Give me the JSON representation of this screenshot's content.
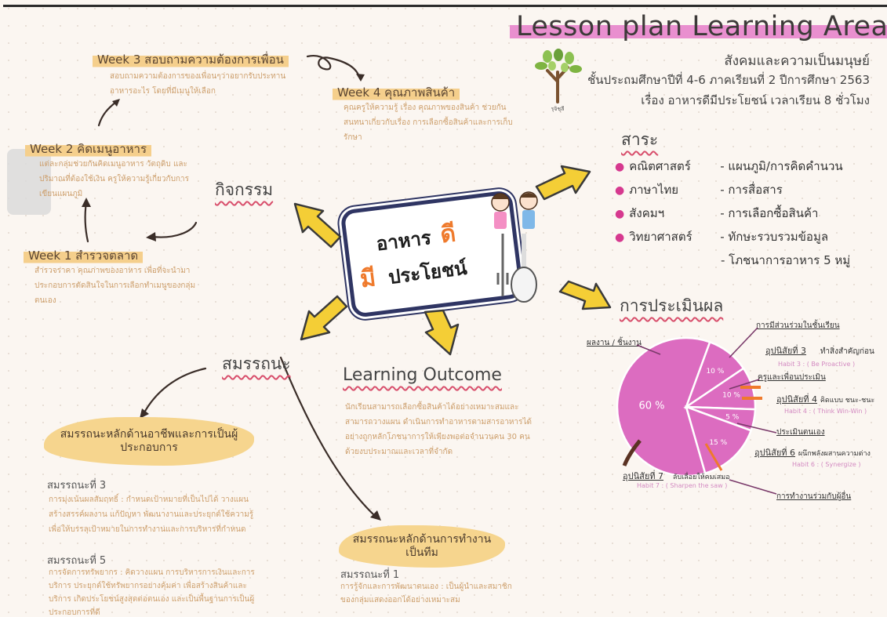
{
  "header": {
    "title": "Lesson plan Learning Area",
    "subject": "สังคมและความเป็นมนุษย์",
    "grade_line": "ชั้นประถมศึกษาปีที่ 4-6 ภาคเรียนที่ 2 ปีการศึกษา 2563",
    "topic_line": "เรื่อง อาหารดีมีประโยชน์ เวลาเรียน 8 ชั่วโมง"
  },
  "logo": {
    "caption": "รุจิชุลี"
  },
  "center": {
    "line1_a": "อาหาร",
    "line1_b": "ดี",
    "line2_a": "มี",
    "line2_b": "ประโยชน์"
  },
  "activities": {
    "heading": "กิจกรรม",
    "weeks": [
      {
        "title": "Week 3 สอบถามความต้องการเพื่อน",
        "detail": "สอบถามความต้องการของเพื่อนๆว่าอยากรับประทานอาหารอะไร โดยที่มีเมนูให้เลือก"
      },
      {
        "title": "Week 4 คุณภาพสินค้า",
        "detail": "คุณครูให้ความรู้ เรื่อง คุณภาพของสินค้า ช่วยกันสนทนาเกี่ยวกับเรื่อง การเลือกซื้อสินค้าและการเก็บรักษา"
      },
      {
        "title": "Week 2 คิดเมนูอาหาร",
        "detail": "แต่ละกลุ่มช่วยกันคิดเมนูอาหาร วัตถุดิบ และปริมาณที่ต้องใช้เงิน ครูให้ความรู้เกี่ยวกับการเขียนแผนภูมิ"
      },
      {
        "title": "Week 1 สำรวจตลาด",
        "detail": "สำรวจราคา คุณภาพของอาหาร เพื่อที่จะนำมาประกอบการตัดสินใจในการเลือกทำเมนูของกลุ่มตนเอง"
      }
    ]
  },
  "sara": {
    "heading": "สาระ",
    "items": [
      {
        "subject": "คณิตศาสตร์",
        "topic": "- แผนภูมิ/การคิดคำนวน"
      },
      {
        "subject": "ภาษาไทย",
        "topic": "- การสื่อสาร"
      },
      {
        "subject": "สังคมฯ",
        "topic": "- การเลือกซื้อสินค้า"
      },
      {
        "subject": "วิทยาศาสตร์",
        "topic": "- ทักษะรวบรวมข้อมูล"
      },
      {
        "subject": "",
        "topic": "- โภชนาการอาหาร 5 หมู่"
      }
    ]
  },
  "evaluation": {
    "heading": "การประเมินผล",
    "labels": {
      "work": "ผลงาน / ชิ้นงาน",
      "attention": "การมีส่วนร่วมในชั้นเรียน",
      "habit3_title": "อุปนิสัยที่ 3",
      "habit3_note": "ทำสิ่งสำคัญก่อน",
      "habit3_en": "Habit 3 : ( Be Proactive )",
      "behavior": "ครูและเพื่อนประเมิน",
      "habit4_title": "อุปนิสัยที่ 4",
      "habit4_note": "คิดแบบ ชนะ-ชนะ",
      "habit4_en": "Habit 4 : ( Think Win-Win )",
      "self": "ประเมินตนเอง",
      "habit6_title": "อุปนิสัยที่ 6",
      "habit6_note": "ผนึกพลังผสานความต่าง",
      "habit6_en": "Habit 6 : ( Synergize )",
      "habit7_title": "อุปนิสัยที่ 7",
      "habit7_note": "ลับเลื่อยให้คมเสมอ",
      "habit7_en": "Habit 7 : ( Sharpen the saw )",
      "teamwork": "การทำงานร่วมกับผู้อื่น"
    },
    "slices": [
      {
        "label": "60 %",
        "value": 60
      },
      {
        "label": "10 %",
        "value": 10
      },
      {
        "label": "10 %",
        "value": 10
      },
      {
        "label": "5 %",
        "value": 5
      },
      {
        "label": "15 %",
        "value": 15
      }
    ]
  },
  "competency": {
    "heading": "สมรรถนะ",
    "career_title": "สมรรถนะหลักด้านอาชีพและการเป็นผู้ประกอบการ",
    "c3_label": "สมรรถนะที่ 3",
    "c3_text": "การมุ่งเน้นผลสัมฤทธิ์ : กำหนดเป้าหมายที่เป็นไปได้ วางแผนสร้างสรรค์ผลงาน แก้ปัญหา พัฒนางานและประยุกต์ใช้ความรู้เพื่อให้บรรลุเป้าหมายในการทำงานและการบริหารที่กำหนด",
    "c5_label": "สมรรถนะที่ 5",
    "c5_text": "การจัดการทรัพยากร : คิดวางแผน การบริหารการเงินและการบริการ ประยุกต์ใช้ทรัพยากรอย่างคุ้มค่า เพื่อสร้างสินค้าและบริการ เกิดประโยชน์สูงสุดต่อตนเอง และเป็นพื้นฐานการเป็นผู้ประกอบการที่ดี",
    "team_title": "สมรรถนะหลักด้านการทำงานเป็นทีม",
    "t1_label": "สมรรถนะที่ 1",
    "t1_text": "การรู้จักและการพัฒนาตนเอง : เป็นผู้นำและสมาชิกของกลุ่มแสดงออกได้อย่างเหมาะสม"
  },
  "outcome": {
    "heading": "Learning Outcome",
    "text": "นักเรียนสามารถเลือกซื้อสินค้าได้อย่างเหมาะสมและสามารถวางแผน ดำเนินการทำอาหารตามสารอาหารได้อย่างถูกหลักโภชนาการให้เพียงพอต่อจำนวนคน 30 คน ด้วยงบประมาณและเวลาที่จำกัด"
  },
  "colors": {
    "pie": "#dc6cc0",
    "highlight": "#f5cf8c",
    "accent": "#d84f6c",
    "arrow": "#f4ce36"
  }
}
